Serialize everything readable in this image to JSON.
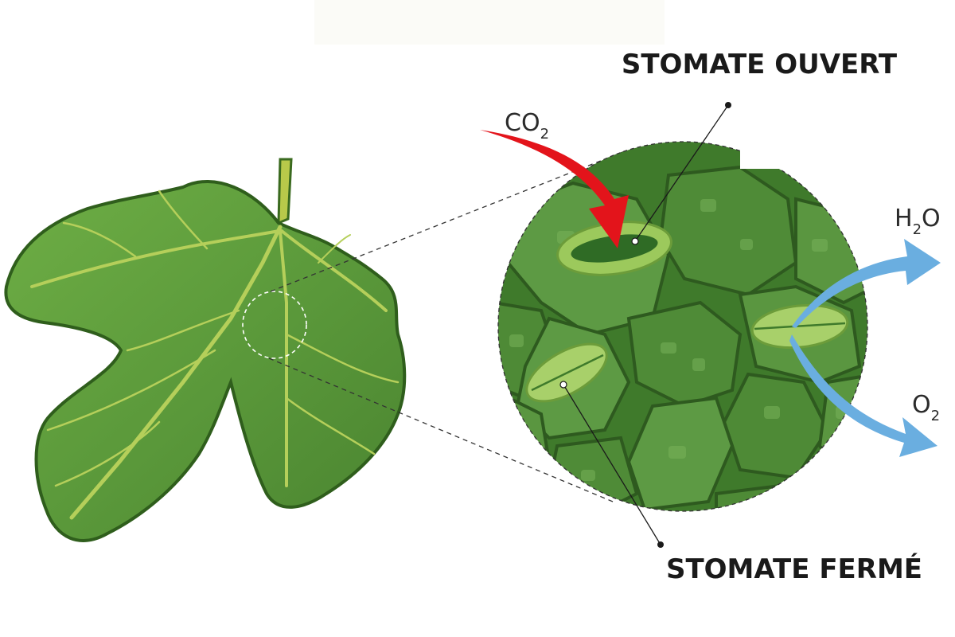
{
  "labels": {
    "stomate_open": "STOMATE OUVERT",
    "stomate_closed": "STOMATE FERMÉ"
  },
  "gases": {
    "co2": {
      "main": "CO",
      "sub": "2"
    },
    "h2o": {
      "main": "H",
      "sub": "2",
      "tail": "O"
    },
    "o2": {
      "main": "O",
      "sub": "2"
    }
  },
  "colors": {
    "leaf": "#5b9a3b",
    "leaf_dark": "#2f5e1c",
    "vein": "#b5cf5a",
    "cell": "#4f8a35",
    "cell_border": "#335f22",
    "stomate": "#a8d06a",
    "co2_arrow": "#e3141b",
    "gas_arrow": "#6aaee0"
  },
  "icons": {
    "leaf": "fig-leaf-icon",
    "zoom": "magnified-epidermis-icon",
    "co2_arrow": "red-arrow-icon",
    "out_arrows": "blue-arrow-icon"
  }
}
